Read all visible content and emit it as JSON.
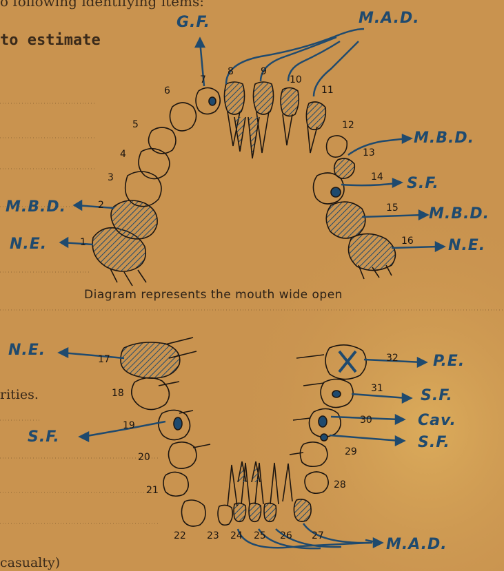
{
  "header_fragment": "o following identifying items:",
  "typed_text": "to estimate",
  "side_text": {
    "left_mid": "rities.",
    "bottom": "casualty)"
  },
  "caption": "Diagram represents the mouth wide open",
  "upper_teeth": [
    "1",
    "2",
    "3",
    "4",
    "5",
    "6",
    "7",
    "8",
    "9",
    "10",
    "11",
    "12",
    "13",
    "14",
    "15",
    "16"
  ],
  "lower_teeth": [
    "17",
    "18",
    "19",
    "20",
    "21",
    "22",
    "23",
    "24",
    "25",
    "26",
    "27",
    "28",
    "29",
    "30",
    "31",
    "32"
  ],
  "annotations": {
    "t1": "N.E.",
    "t2": "M.B.D.",
    "t7": "G.F.",
    "t8_11": "M.A.D.",
    "t13": "M.B.D.",
    "t14": "S.F.",
    "t15": "M.B.D.",
    "t16": "N.E.",
    "t17": "N.E.",
    "t19": "S.F.",
    "t32": "P.E.",
    "t31": "S.F.",
    "t30": "Cav.",
    "t29": "S.F.",
    "t24_27": "M.A.D."
  },
  "colors": {
    "paper": "#c9934f",
    "ink": "#1f4a6e",
    "print": "#2b2016"
  }
}
